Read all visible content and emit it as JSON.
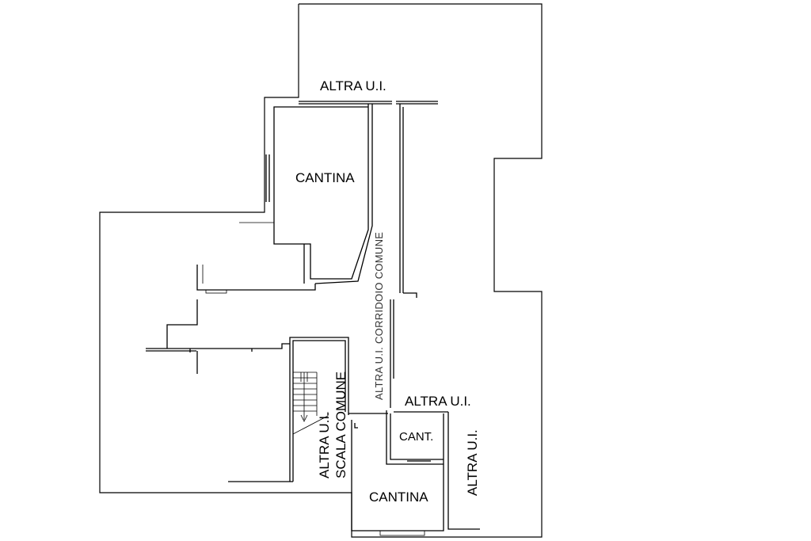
{
  "labels": {
    "altra_top": "ALTRA U.I.",
    "cantina_top": "CANTINA",
    "corridoio": "ALTRA U.I.  CORRIDOIO COMUNE",
    "scala": "SCALA COMUNE",
    "altra_scala": "ALTRA U.I.",
    "altra_mid": "ALTRA U.I.",
    "cant_small": "CANT.",
    "cantina_bottom": "CANTINA",
    "altra_right": "ALTRA U.I."
  }
}
